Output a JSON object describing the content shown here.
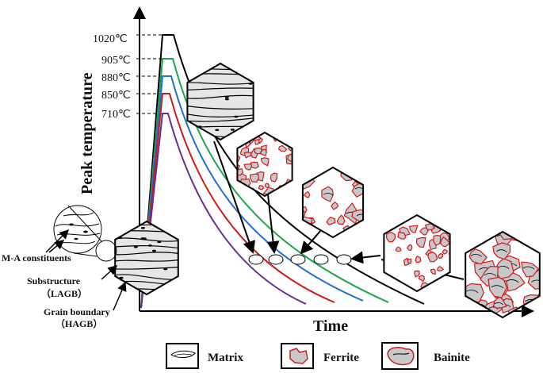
{
  "axes": {
    "y_title": "Peak temperature",
    "x_title": "Time"
  },
  "peaks": [
    {
      "label": "1020℃",
      "color": "#000000"
    },
    {
      "label": "905℃",
      "color": "#1aa84a"
    },
    {
      "label": "880℃",
      "color": "#1f6fd1"
    },
    {
      "label": "850℃",
      "color": "#cc1a1a"
    },
    {
      "label": "710℃",
      "color": "#6a2c91"
    }
  ],
  "annotations": {
    "ma": "M-A constituents",
    "sub1": "Substructure",
    "sub2": "（LAGB）",
    "gb1": "Grain boundary",
    "gb2": "（HAGB）"
  },
  "legend": {
    "matrix": "Matrix",
    "ferrite": "Ferrite",
    "bainite": "Bainite"
  },
  "colors": {
    "ferrite_outline": "#d11a1a",
    "grain_fill": "#c8c8c8"
  }
}
